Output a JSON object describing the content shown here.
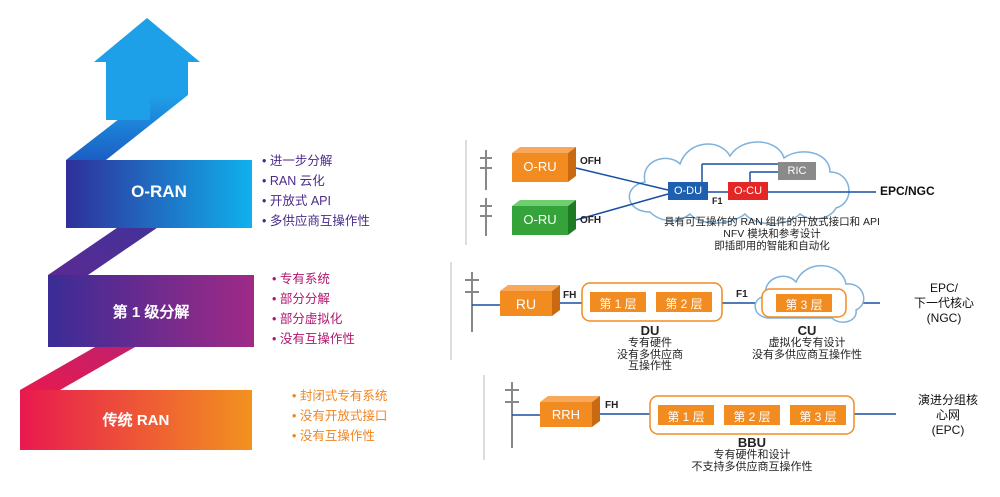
{
  "staircase": {
    "levels": [
      {
        "title": "O-RAN",
        "color_from": "#0aa6e0",
        "color_to": "#1d3fb0",
        "bullets": [
          "进一步分解",
          "RAN 云化",
          "开放式 API",
          "多供应商互操作性"
        ],
        "bullet_color": "#4a2a8a"
      },
      {
        "title": "第 1 级分解",
        "color_from": "#7b2a9a",
        "color_to": "#2b2f8f",
        "bullets": [
          "专有系统",
          "部分分解",
          "部分虚拟化",
          "没有互操作性"
        ],
        "bullet_color": "#b0156e"
      },
      {
        "title": "传统 RAN",
        "color_from": "#e8194f",
        "color_to": "#f28b20",
        "bullets": [
          "封闭式专有系统",
          "没有开放式接口",
          "没有互操作性"
        ],
        "bullet_color": "#f0841f"
      }
    ],
    "arrow_color": "#1ea0e8"
  },
  "oran_row": {
    "oru1": "O-RU",
    "oru2": "O-RU",
    "ofh1": "OFH",
    "ofh2": "OFH",
    "odu": "O-DU",
    "ocu": "O-CU",
    "ric": "RIC",
    "f1": "F1",
    "core": "EPC/NGC",
    "caption": [
      "具有可互操作的 RAN 组件的开放式接口和 API",
      "NFV 模块和参考设计",
      "即插即用的智能和自动化"
    ]
  },
  "split_row": {
    "ru": "RU",
    "fh": "FH",
    "layer1": "第 1 层",
    "layer2": "第 2 层",
    "f1": "F1",
    "layer3": "第 3 层",
    "core": [
      "EPC/",
      "下一代核心",
      "(NGC)"
    ],
    "du_title": "DU",
    "du_desc": [
      "专有硬件",
      "没有多供应商",
      "互操作性"
    ],
    "cu_title": "CU",
    "cu_desc": [
      "虚拟化专有设计",
      "没有多供应商互操作性"
    ]
  },
  "legacy_row": {
    "rrh": "RRH",
    "fh": "FH",
    "layer1": "第 1 层",
    "layer2": "第 2 层",
    "layer3": "第 3 层",
    "core": [
      "演进分组核",
      "心网",
      "(EPC)"
    ],
    "bbu_title": "BBU",
    "bbu_desc": [
      "专有硬件和设计",
      "不支持多供应商互操作性"
    ]
  },
  "colors": {
    "orange": "#f28b20",
    "green": "#33a33a",
    "blue_box": "#1e5fb0",
    "red_box": "#e32626",
    "gray_box": "#8a8a8a",
    "line": "#1a4fa0",
    "cloud": "#7fb2dc"
  }
}
